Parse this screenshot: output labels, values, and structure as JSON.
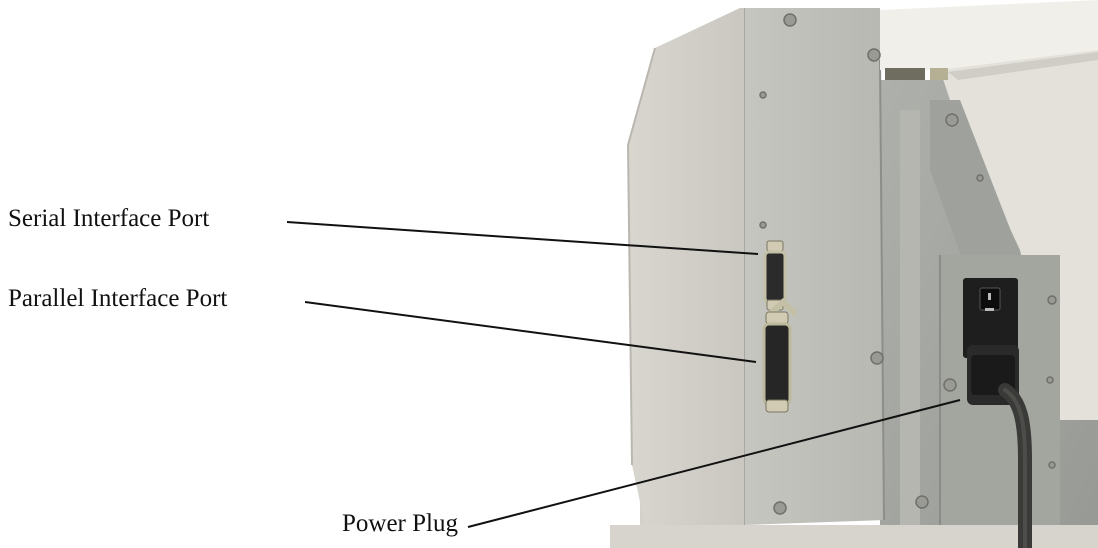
{
  "labels": {
    "serial": "Serial Interface Port",
    "parallel": "Parallel Interface Port",
    "power": "Power Plug"
  },
  "colors": {
    "panel_light": "#dcdad3",
    "panel_mid": "#c9c8c1",
    "panel_dark": "#a9a9a3",
    "panel_shadow": "#8e8f8b",
    "connector": "#2a2a2a",
    "metal": "#b9b59a",
    "cable": "#3a3a38",
    "leader_line": "#111111"
  }
}
